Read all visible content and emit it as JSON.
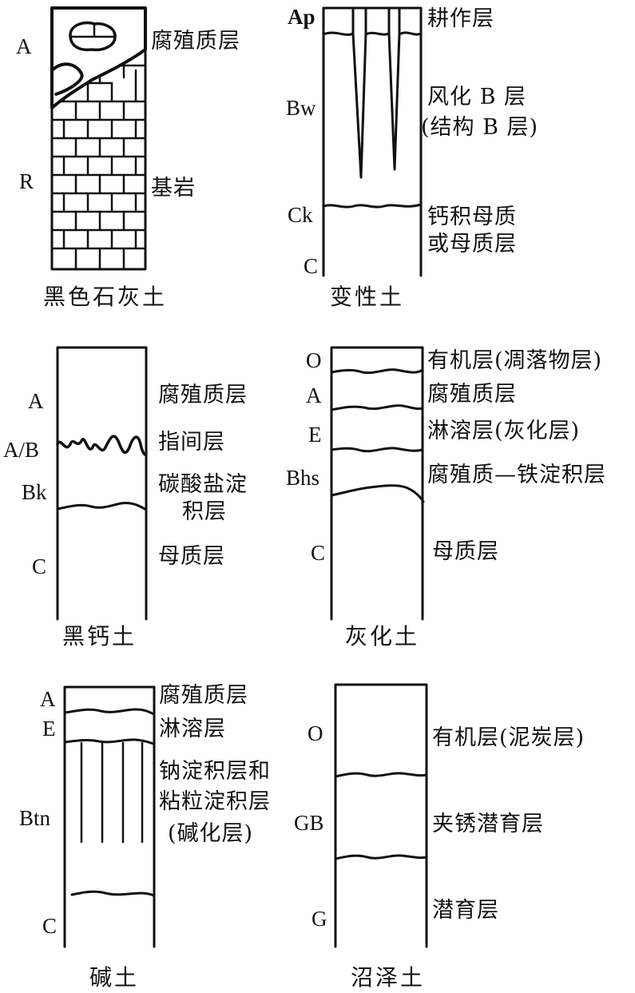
{
  "colors": {
    "ink": "#111111",
    "paper": "#ffffff"
  },
  "profiles": {
    "p1": {
      "title": "黑色石灰土",
      "codes": [
        "A",
        "R"
      ],
      "labels": [
        "腐殖质层",
        "基岩"
      ]
    },
    "p2": {
      "title": "变性土",
      "codes": [
        "Ap",
        "Bw",
        "Ck",
        "C"
      ],
      "labels": [
        "耕作层",
        "风化 B 层",
        "(结构 B 层)",
        "钙积母质",
        "或母质层"
      ]
    },
    "p3": {
      "title": "黑钙土",
      "codes": [
        "A",
        "A/B",
        "Bk",
        "C"
      ],
      "labels": [
        "腐殖质层",
        "指间层",
        "碳酸盐淀",
        "积层",
        "母质层"
      ]
    },
    "p4": {
      "title": "灰化土",
      "codes": [
        "O",
        "A",
        "E",
        "Bhs",
        "C"
      ],
      "labels": [
        "有机层(凋落物层)",
        "腐殖质层",
        "淋溶层(灰化层)",
        "腐殖质—铁淀积层",
        "母质层"
      ]
    },
    "p5": {
      "title": "碱土",
      "codes": [
        "A",
        "E",
        "Btn",
        "C"
      ],
      "labels": [
        "腐殖质层",
        "淋溶层",
        "钠淀积层和",
        "粘粒淀积层",
        "(碱化层)"
      ]
    },
    "p6": {
      "title": "沼泽土",
      "codes": [
        "O",
        "GB",
        "G"
      ],
      "labels": [
        "有机层(泥炭层)",
        "夹锈潜育层",
        "潜育层"
      ]
    }
  }
}
